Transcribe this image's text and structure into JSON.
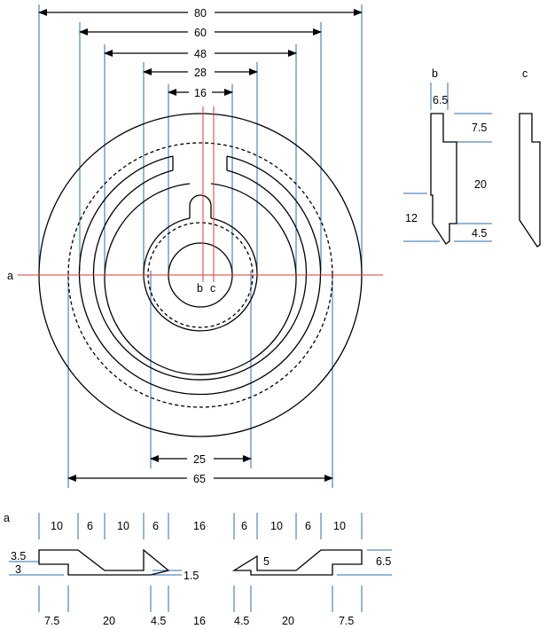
{
  "top_dims": [
    "80",
    "60",
    "48",
    "28",
    "16"
  ],
  "bottom_dims": [
    "25",
    "65"
  ],
  "section_labels": {
    "a": "a",
    "b": "b",
    "c": "c"
  },
  "detail_b": {
    "label": "b",
    "dims": [
      "6.5",
      "7.5",
      "20",
      "12",
      "4.5"
    ]
  },
  "detail_c": {
    "label": "c"
  },
  "section_a": {
    "label": "a",
    "top_dims": [
      "10",
      "6",
      "10",
      "6",
      "16",
      "6",
      "10",
      "6",
      "10"
    ],
    "left_dims": [
      "3.5",
      "3"
    ],
    "right_dims": [
      "1.5",
      "5",
      "6.5"
    ],
    "bottom_dims": [
      "7.5",
      "20",
      "4.5",
      "16",
      "4.5",
      "20",
      "7.5"
    ]
  }
}
